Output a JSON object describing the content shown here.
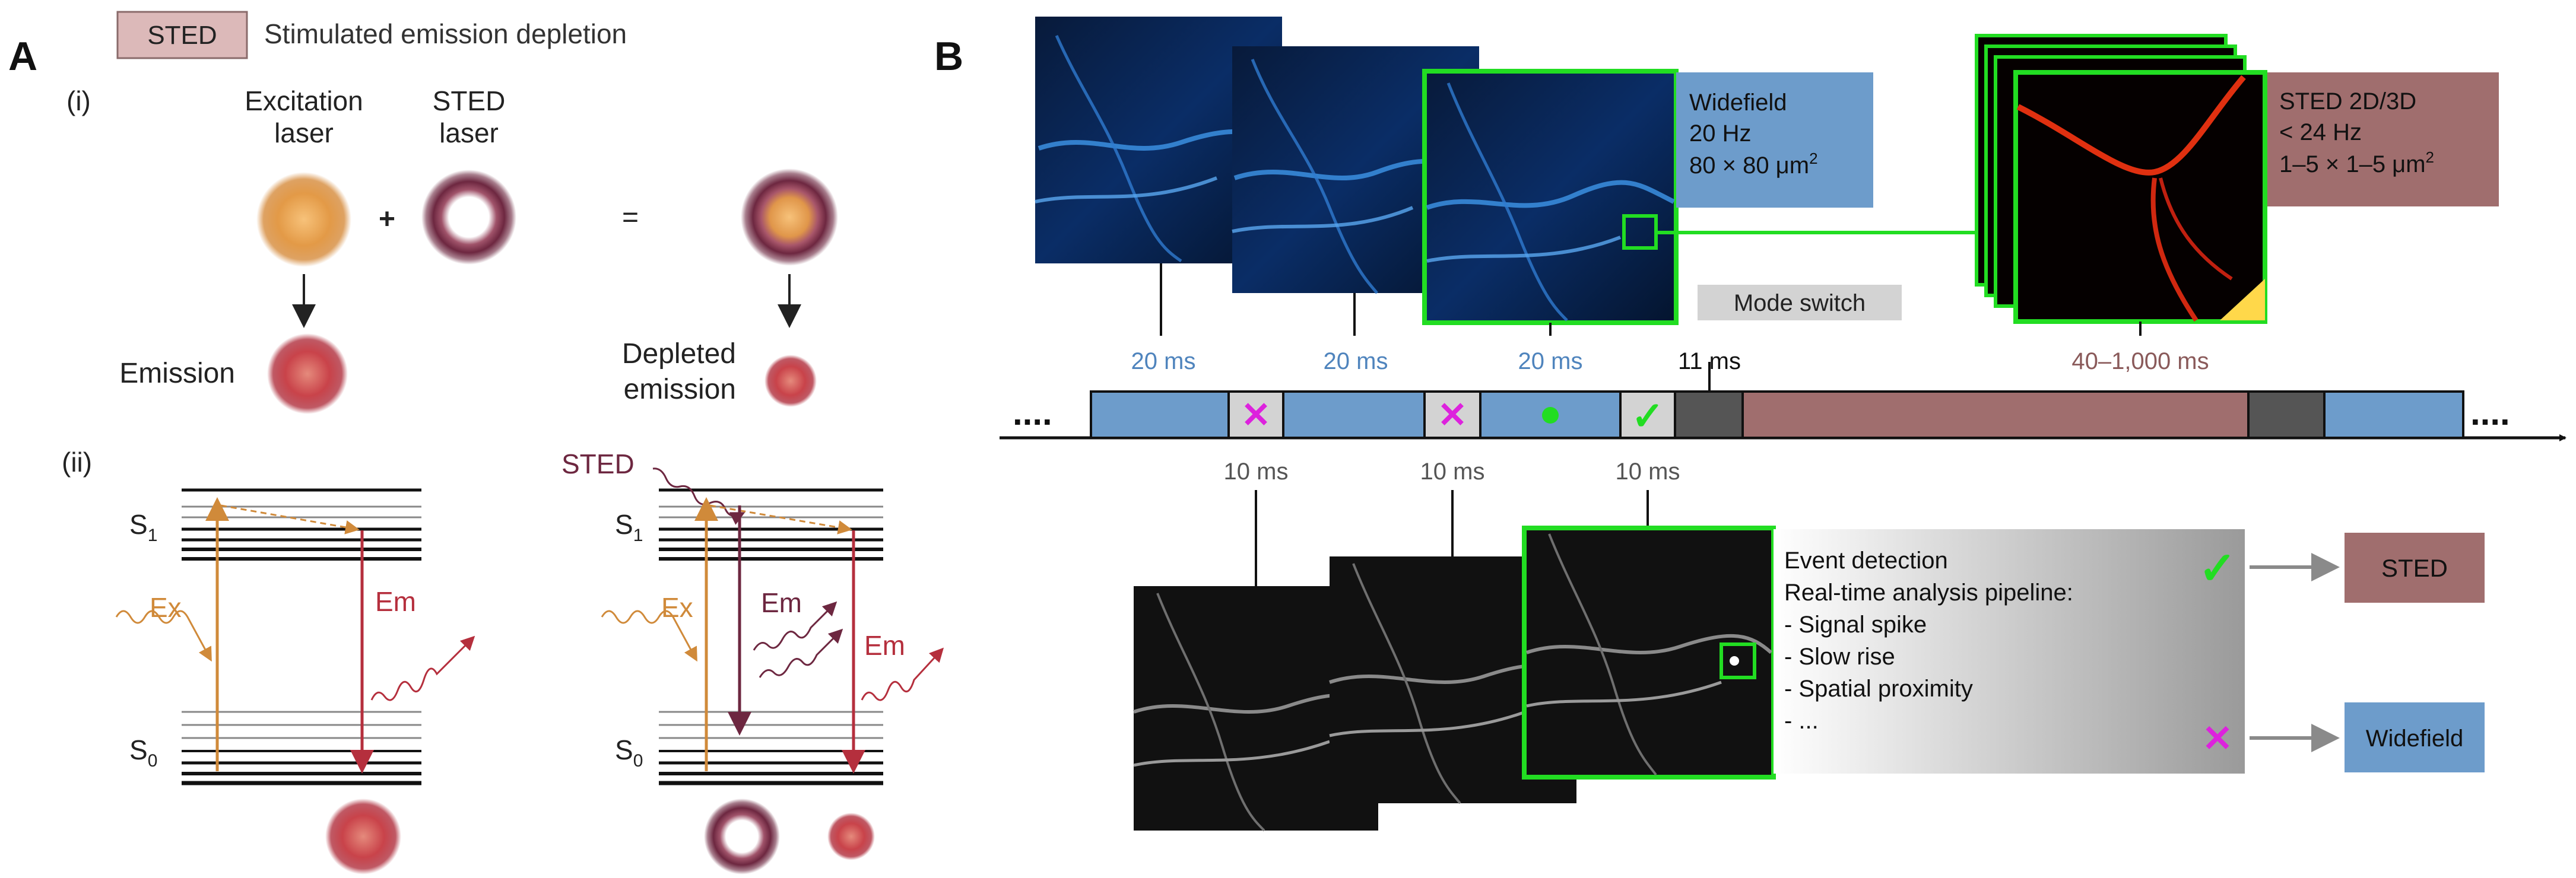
{
  "panel_a": {
    "letter": "A",
    "legend": {
      "badge": "STED",
      "description": "Stimulated emission depletion"
    },
    "part_i": "(i)",
    "part_ii": "(ii)",
    "excitation_laser": [
      "Excitation",
      "laser"
    ],
    "sted_laser": [
      "STED",
      "laser"
    ],
    "plus": "+",
    "equals": "=",
    "emission": "Emission",
    "depleted_emission": [
      "Depleted",
      "emission"
    ],
    "levels": {
      "s1": "S",
      "s1_sub": "1",
      "s0": "S",
      "s0_sub": "0",
      "ex": "Ex",
      "em": "Em",
      "sted": "STED"
    }
  },
  "panel_b": {
    "letter": "B",
    "widefield_box": {
      "line1": "Widefield",
      "line2": "20 Hz",
      "line3": "80 × 80 μm",
      "sup": "2"
    },
    "sted_box": {
      "line1": "STED 2D/3D",
      "line2": "< 24 Hz",
      "line3": "1–5 × 1–5 μm",
      "sup": "2"
    },
    "mode_switch": "Mode switch",
    "timeline_top_labels": [
      "20 ms",
      "20 ms",
      "20 ms",
      "11 ms",
      "40–1,000 ms"
    ],
    "timeline_bottom_labels": [
      "10 ms",
      "10 ms",
      "10 ms"
    ],
    "ellipsis": "....",
    "analysis": {
      "title": "Event detection",
      "subtitle": "Real-time analysis pipeline:",
      "items": [
        "- Signal spike",
        "- Slow rise",
        "- Spatial proximity",
        "- ..."
      ]
    },
    "outcome_sted": "STED",
    "outcome_widefield": "Widefield",
    "check_symbol": "✓",
    "cross_symbol": "✕"
  },
  "colors": {
    "widefield_blue": "#6d9ccb",
    "sted_maroon": "#a06e6e",
    "mode_gray": "#555555",
    "detect_gray": "#d3d3d3",
    "green": "#22dd22",
    "magenta": "#dd22dd",
    "excitation_orange": "#d08a3a",
    "emission_red": "#b52f3d",
    "sted_purple": "#6d2740"
  }
}
